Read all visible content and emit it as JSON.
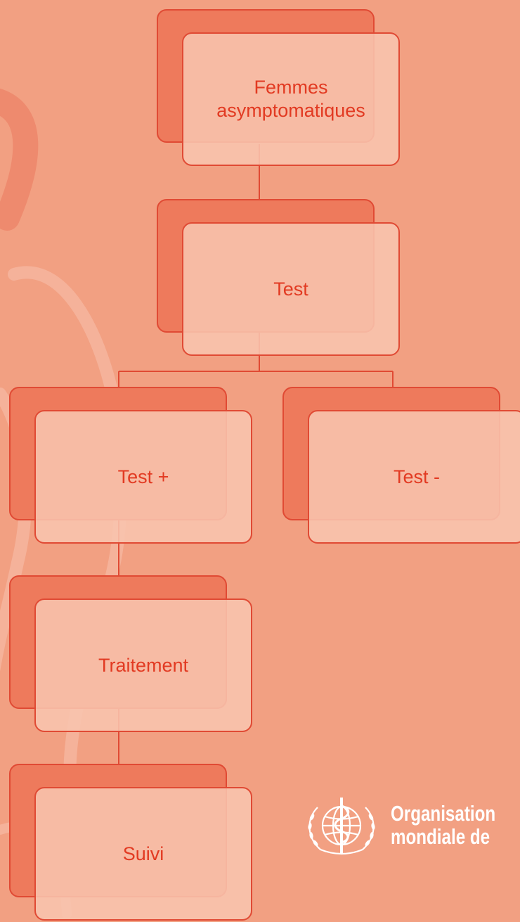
{
  "diagram": {
    "nodes": {
      "femmes": "Femmes asymptomatiques",
      "test": "Test",
      "test_pos": "Test +",
      "test_neg": "Test -",
      "traitement": "Traitement",
      "suivi": "Suivi"
    }
  },
  "logo": {
    "line1": "Organisation",
    "line2": "mondiale de",
    "icon": "who-emblem-icon"
  },
  "colors": {
    "background": "#F2A082",
    "box_back": "#EE7A5C",
    "box_front": "#F8C4AE",
    "border": "#E04A34",
    "text": "#E23A22"
  }
}
